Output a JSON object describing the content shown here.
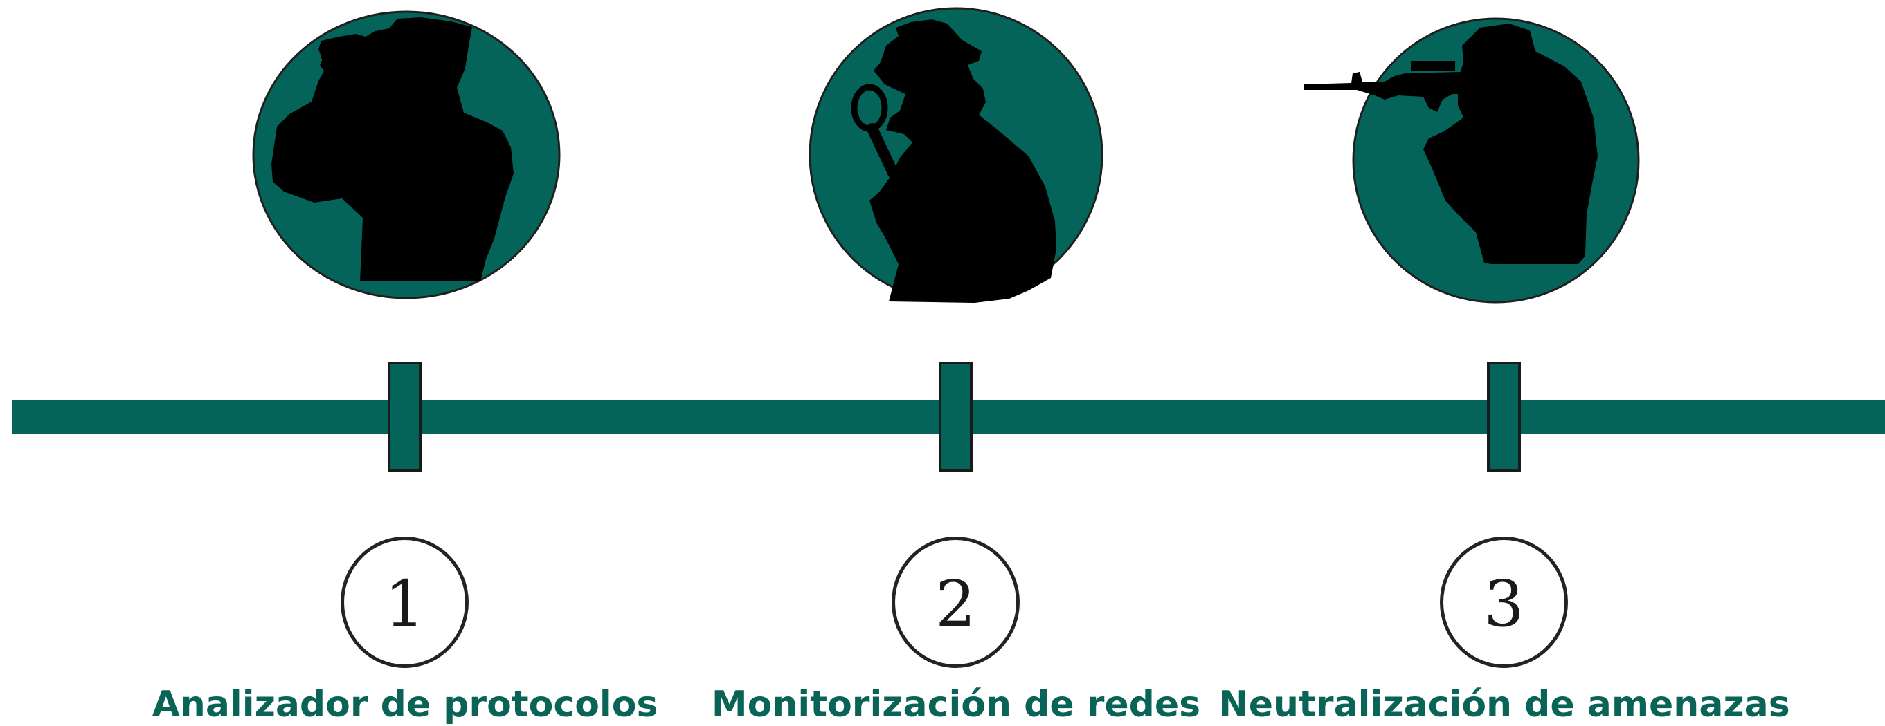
{
  "colors": {
    "accent": "#05645a",
    "label": "#0a6357",
    "silhouette": "#000000",
    "outline": "#1f1f1f"
  },
  "steps": [
    {
      "number": "1",
      "label": "Analizador de protocolos",
      "icon": "binoculars-soldier-icon"
    },
    {
      "number": "2",
      "label": "Monitorización de redes",
      "icon": "detective-magnifier-icon"
    },
    {
      "number": "3",
      "label": "Neutralización de amenazas",
      "icon": "rifle-soldier-icon"
    }
  ]
}
